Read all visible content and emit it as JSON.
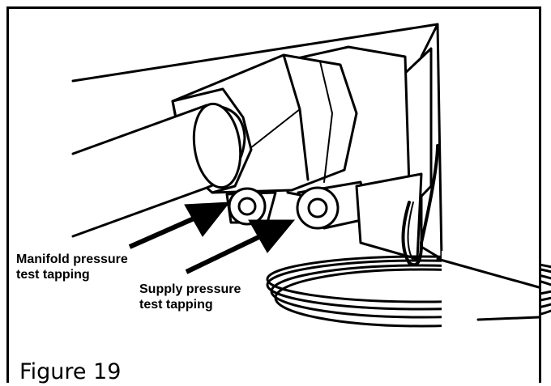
{
  "figure": {
    "caption": "Figure 19",
    "labels": {
      "manifold": "Manifold pressure\ntest tapping",
      "supply": "Supply pressure\ntest tapping"
    }
  },
  "colors": {
    "line": "#000000",
    "background": "#ffffff"
  }
}
